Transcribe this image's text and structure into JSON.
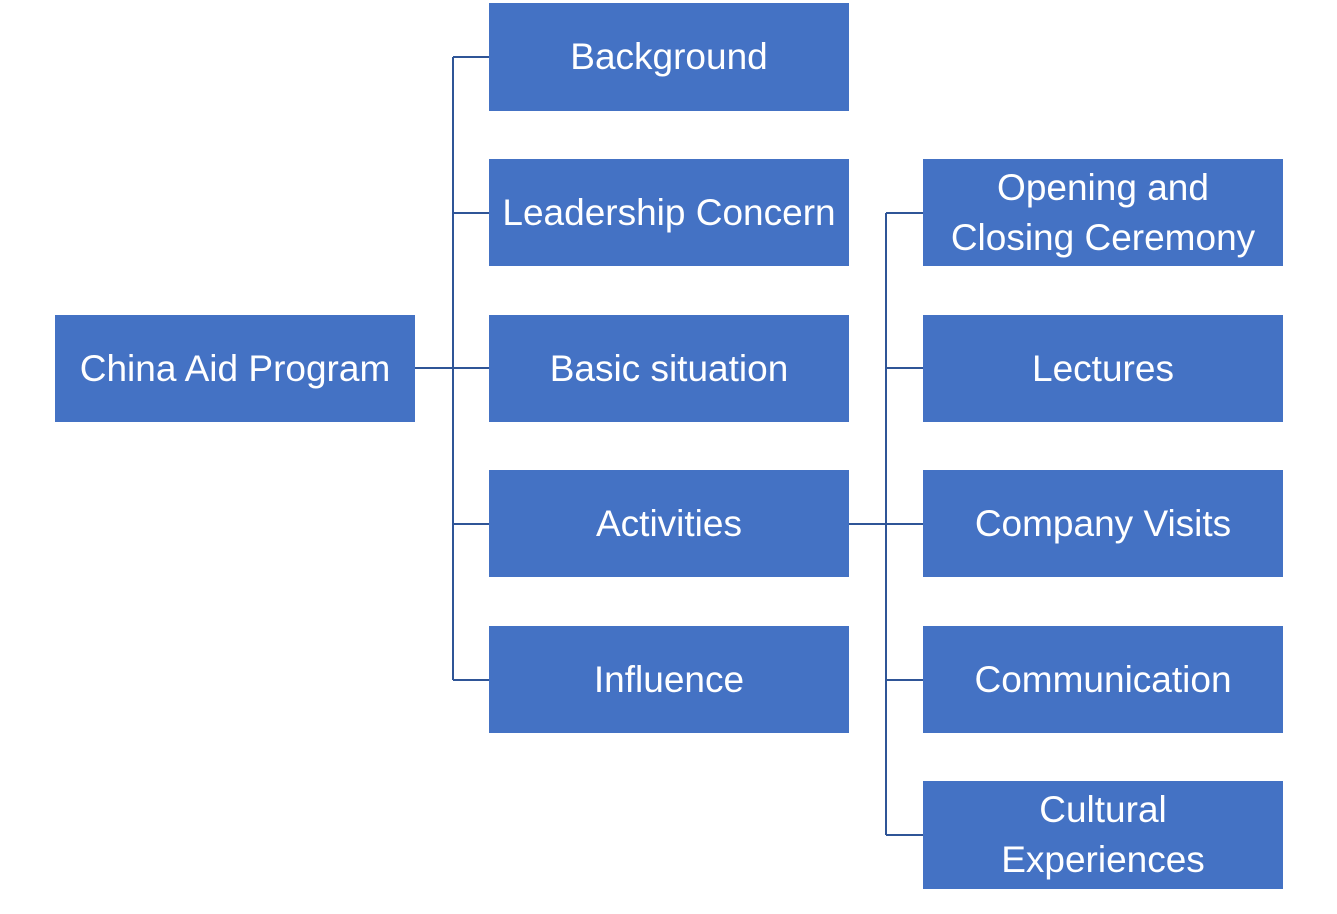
{
  "root": {
    "label": "China Aid Program"
  },
  "level1": [
    "Background",
    "Leadership Concern",
    "Basic situation",
    "Activities",
    "Influence"
  ],
  "activities": [
    "Opening and Closing Ceremony",
    "Lectures",
    "Company Visits",
    "Communication",
    "Cultural Experiences"
  ],
  "colors": {
    "box_fill": "#4472C4",
    "connector": "#2F5597",
    "text": "#ffffff"
  }
}
